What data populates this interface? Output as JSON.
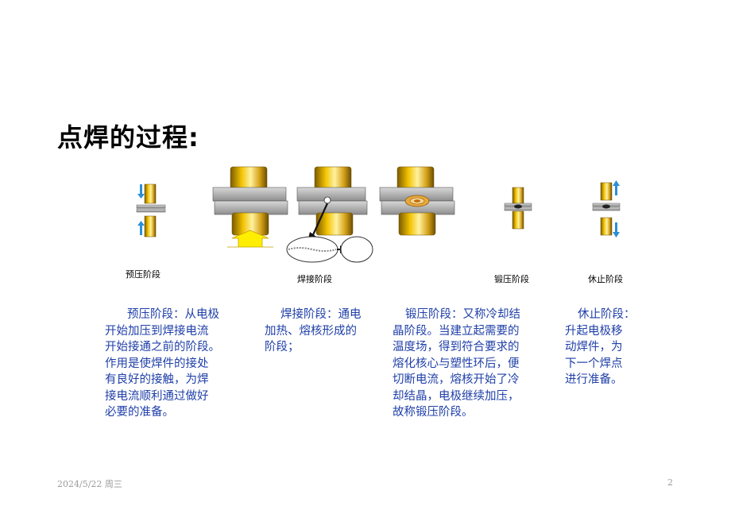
{
  "title": "点焊的过程:",
  "stages": {
    "pre_press": "预压阶段",
    "welding": "焊接阶段",
    "forging": "锻压阶段",
    "rest": "休止阶段"
  },
  "descriptions": {
    "pre_press": [
      "预压阶段：从电极",
      "开始加压到焊接电流",
      "开始接通之前的阶段。",
      "作用是使焊件的接处",
      "有良好的接触，为焊",
      "接电流顺利通过做好",
      "必要的准备。"
    ],
    "welding": [
      "焊接阶段：通电",
      "加热、熔核形成的",
      "阶段；"
    ],
    "forging": [
      "锻压阶段：又称冷却结",
      "晶阶段。当建立起需要的",
      "温度场，得到符合要求的",
      "熔化核心与塑性环后，便",
      "切断电流，熔核开始了冷",
      "却结晶，电极继续加压，",
      "故称锻压阶段。"
    ],
    "rest": [
      "休止阶段：",
      "升起电极移",
      "动焊件，为",
      "下一个焊点",
      "进行准备。"
    ]
  },
  "footer": {
    "date": "2024/5/22 周三",
    "page": "2"
  },
  "colors": {
    "electrode": "#d4a017",
    "sheet": "#a8a8a8",
    "arrow_blue": "#2b8fd6",
    "arrow_yellow": "#ffee00",
    "text_blue": "#1f3fa8"
  }
}
